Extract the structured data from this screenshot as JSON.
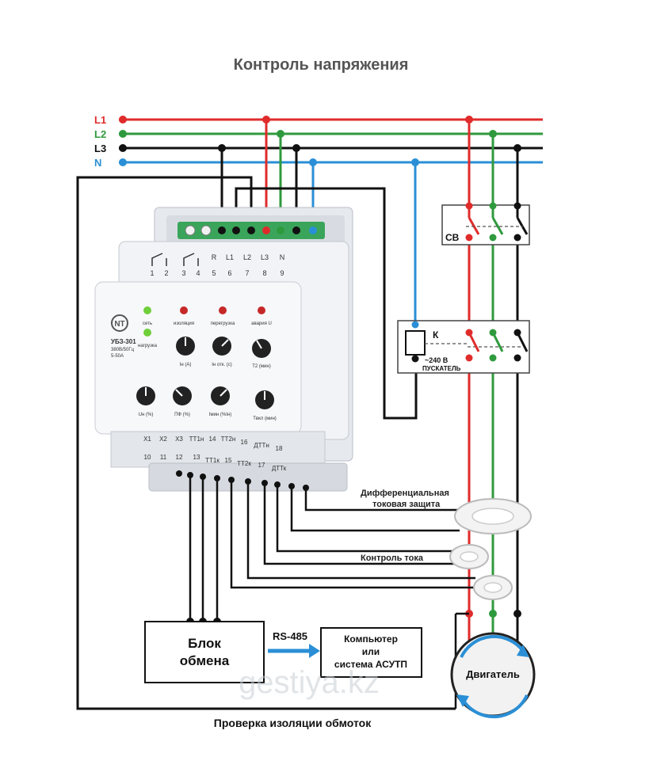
{
  "title": "Контроль напряжения",
  "lines": [
    {
      "label": "L1",
      "color": "#e02b2b"
    },
    {
      "label": "L2",
      "color": "#2f9a3d"
    },
    {
      "label": "L3",
      "color": "#111111"
    },
    {
      "label": "N",
      "color": "#2a8fd6"
    }
  ],
  "device": {
    "model": "УБЗ-301",
    "model_sub1": "380В/50Гц",
    "model_sub2": "5-50А",
    "top_terminals": [
      "1",
      "2",
      "3",
      "4",
      "5",
      "6",
      "7",
      "8",
      "9"
    ],
    "top_labels": [
      "R",
      "L1",
      "L2",
      "L3",
      "N"
    ],
    "leds": [
      {
        "label": "сеть",
        "color": "#6fcf3a"
      },
      {
        "label": "изоляция",
        "color": "#c62828"
      },
      {
        "label": "перегрузка",
        "color": "#c62828"
      },
      {
        "label": "авария U",
        "color": "#c62828"
      },
      {
        "label": "нагрузка",
        "color": "#6fcf3a"
      }
    ],
    "knobs_row1": [
      "Iн (А)",
      "Iн отк. (с)",
      "T2 (мин)"
    ],
    "knobs_row2": [
      "Uн (%)",
      "ПФ (%)",
      "Iмин (%Iн)",
      "Tвкл (мин)"
    ],
    "bottom_top": [
      "X1",
      "X2",
      "X3",
      "ТТ1н",
      "14",
      "ТТ2н",
      "16",
      "ДТТн",
      "18"
    ],
    "bottom_bottom": [
      "10",
      "11",
      "12",
      "13",
      "ТТ1к",
      "15",
      "ТТ2к",
      "17",
      "ДТТк"
    ]
  },
  "switch_label": "СВ",
  "contactor": {
    "label": "К",
    "line1": "~240 В",
    "line2": "ПУСКАТЕЛЬ"
  },
  "labels": {
    "diff_protection_1": "Дифференциальная",
    "diff_protection_2": "токовая  защита",
    "current_control": "Контроль тока",
    "insulation_check": "Проверка изоляции обмоток",
    "rs485": "RS-485",
    "motor": "Двигатель",
    "watermark": "gestiya.kz"
  },
  "exchange_block": {
    "line1": "Блок",
    "line2": "обмена"
  },
  "computer_block": {
    "line1": "Компьютер",
    "line2": "или",
    "line3": "система АСУТП"
  }
}
